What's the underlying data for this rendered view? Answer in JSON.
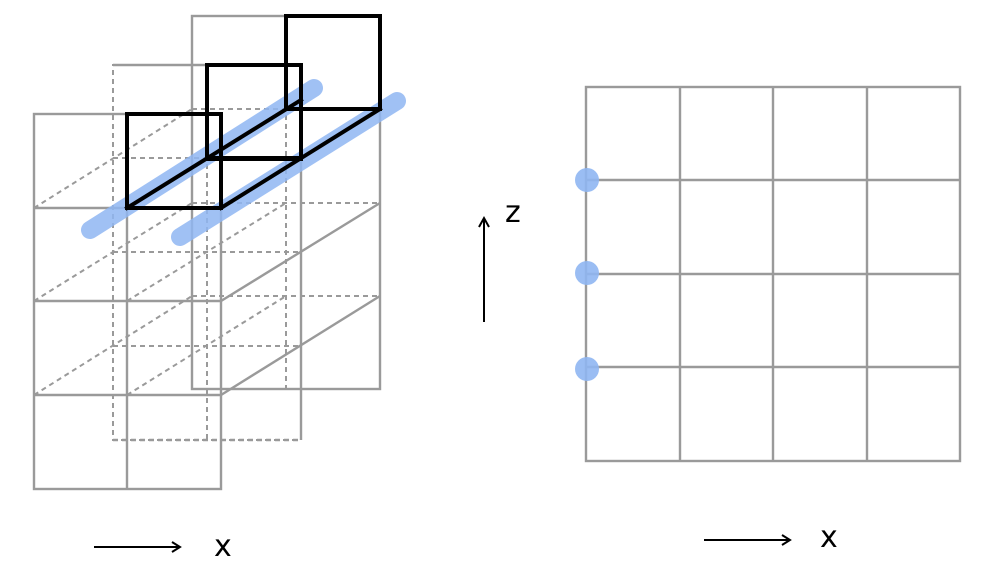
{
  "labels": {
    "left_x": "x",
    "middle_z": "z",
    "right_x": "x"
  },
  "colors": {
    "grid": "#9a9a9a",
    "highlight": "#000000",
    "marker": "#8fb6f2"
  },
  "right_grid": {
    "rows": 4,
    "cols": 4,
    "marked_rows": [
      1,
      2,
      3
    ]
  },
  "left_stack": {
    "layers": 3,
    "rows": 4,
    "cols": 2
  }
}
